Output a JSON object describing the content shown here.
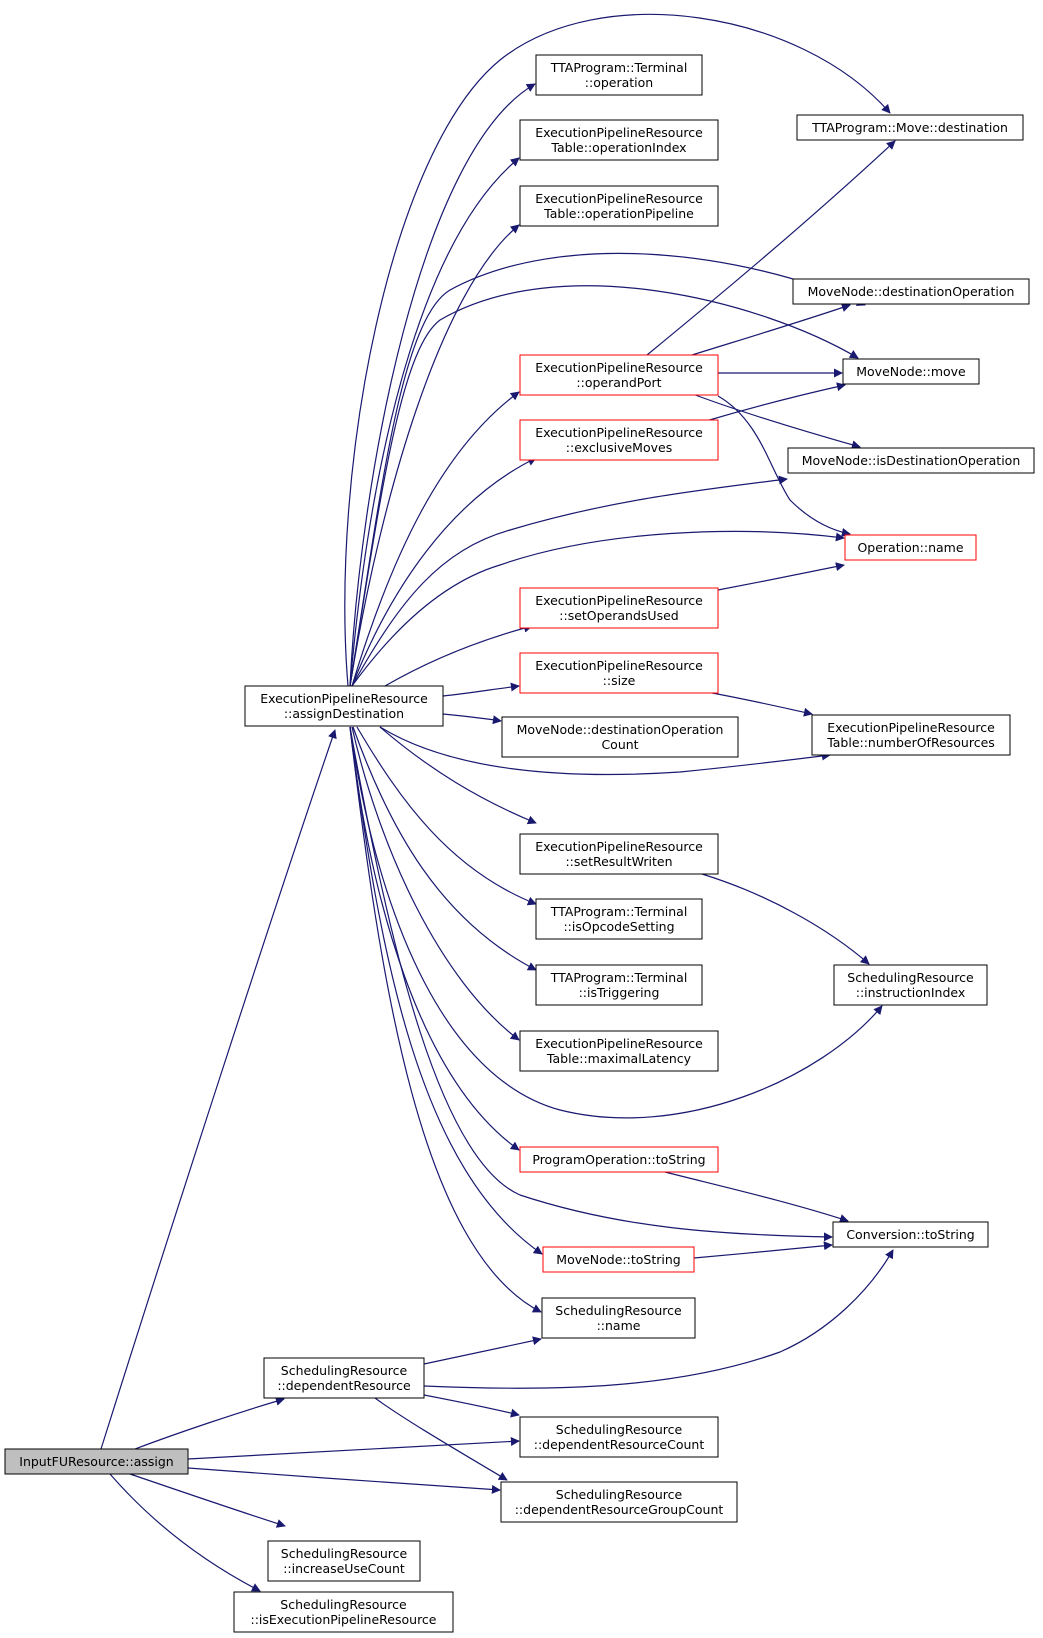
{
  "diagram": {
    "edge_color": "#191970",
    "root_fill": "#bfbfbf",
    "highlight_border": "#ff0000",
    "nodes": {
      "root": {
        "lines": [
          "InputFUResource::assign"
        ],
        "style": "root"
      },
      "assignDest": {
        "lines": [
          "ExecutionPipelineResource",
          "::assignDestination"
        ]
      },
      "depRes": {
        "lines": [
          "SchedulingResource",
          "::dependentResource"
        ]
      },
      "depResCount": {
        "lines": [
          "SchedulingResource",
          "::dependentResourceCount"
        ]
      },
      "depResGroupCount": {
        "lines": [
          "SchedulingResource",
          "::dependentResourceGroupCount"
        ]
      },
      "incUseCount": {
        "lines": [
          "SchedulingResource",
          "::increaseUseCount"
        ]
      },
      "isExecPipe": {
        "lines": [
          "SchedulingResource",
          "::isExecutionPipelineResource"
        ]
      },
      "termOperation": {
        "lines": [
          "TTAProgram::Terminal",
          "::operation"
        ]
      },
      "operationIndex": {
        "lines": [
          "ExecutionPipelineResource",
          "Table::operationIndex"
        ]
      },
      "operationPipeline": {
        "lines": [
          "ExecutionPipelineResource",
          "Table::operationPipeline"
        ]
      },
      "operandPort": {
        "lines": [
          "ExecutionPipelineResource",
          "::operandPort"
        ],
        "style": "red"
      },
      "exclusiveMoves": {
        "lines": [
          "ExecutionPipelineResource",
          "::exclusiveMoves"
        ],
        "style": "red"
      },
      "setOperandsUsed": {
        "lines": [
          "ExecutionPipelineResource",
          "::setOperandsUsed"
        ],
        "style": "red"
      },
      "size": {
        "lines": [
          "ExecutionPipelineResource",
          "::size"
        ],
        "style": "red"
      },
      "destOpCount": {
        "lines": [
          "MoveNode::destinationOperation",
          "Count"
        ]
      },
      "setResultWriten": {
        "lines": [
          "ExecutionPipelineResource",
          "::setResultWriten"
        ]
      },
      "isOpcodeSetting": {
        "lines": [
          "TTAProgram::Terminal",
          "::isOpcodeSetting"
        ]
      },
      "isTriggering": {
        "lines": [
          "TTAProgram::Terminal",
          "::isTriggering"
        ]
      },
      "maximalLatency": {
        "lines": [
          "ExecutionPipelineResource",
          "Table::maximalLatency"
        ]
      },
      "progOpToString": {
        "lines": [
          "ProgramOperation::toString"
        ],
        "style": "red"
      },
      "moveNodeToString": {
        "lines": [
          "MoveNode::toString"
        ],
        "style": "red"
      },
      "schedResName": {
        "lines": [
          "SchedulingResource",
          "::name"
        ]
      },
      "moveDest": {
        "lines": [
          "TTAProgram::Move::destination"
        ]
      },
      "destOperation": {
        "lines": [
          "MoveNode::destinationOperation"
        ]
      },
      "moveNodeMove": {
        "lines": [
          "MoveNode::move"
        ]
      },
      "isDestOperation": {
        "lines": [
          "MoveNode::isDestinationOperation"
        ]
      },
      "operationName": {
        "lines": [
          "Operation::name"
        ],
        "style": "red"
      },
      "numberOfResources": {
        "lines": [
          "ExecutionPipelineResource",
          "Table::numberOfResources"
        ]
      },
      "instructionIndex": {
        "lines": [
          "SchedulingResource",
          "::instructionIndex"
        ]
      },
      "convToString": {
        "lines": [
          "Conversion::toString"
        ]
      }
    }
  }
}
